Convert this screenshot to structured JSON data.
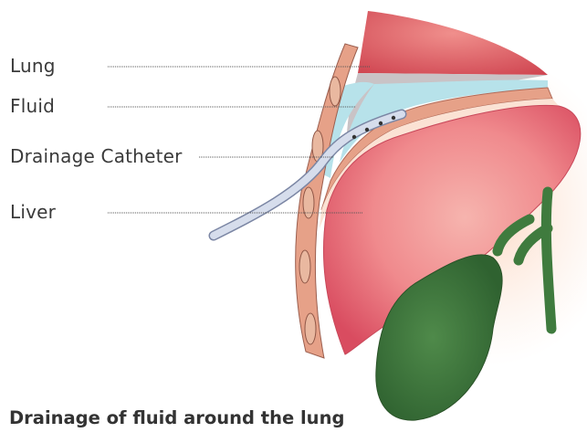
{
  "labels": {
    "lung": "Lung",
    "fluid": "Fluid",
    "catheter": "Drainage Catheter",
    "liver": "Liver"
  },
  "caption": "Drainage of fluid around the lung",
  "colors": {
    "lung": "#e4686a",
    "fluid": "#b7e2ea",
    "tissue": "#e6a188",
    "rib": "#e9b8a0",
    "liver": "#ea6f7a",
    "gallbladder": "#3f7b3e",
    "catheter": "#c9d3e6",
    "leader": "#555555"
  }
}
